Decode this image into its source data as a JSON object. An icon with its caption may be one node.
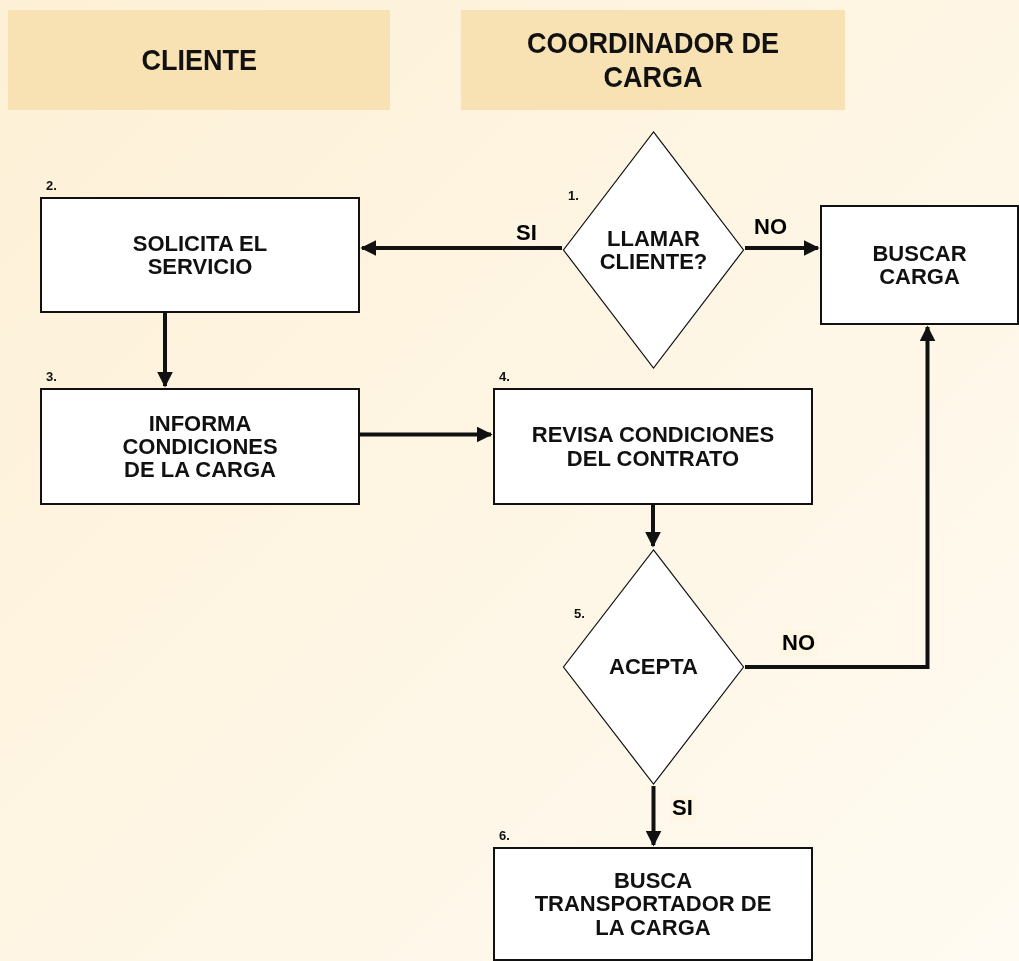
{
  "diagram": {
    "nodes": [
      {
        "text": [
          "CLIENTE"
        ]
      },
      {
        "text": [
          "COORDINADOR DE CARGA"
        ]
      },
      {
        "text": [
          "LLAMAR CLIENTE?"
        ],
        "beside": [
          "1."
        ]
      },
      {
        "text": [
          "SOLICITA EL SERVICIO"
        ],
        "beside": [
          "2."
        ]
      },
      {
        "text": [
          "BUSCAR CARGA"
        ]
      },
      {
        "text": [
          "INFORMA CONDICIONES DE LA CARGA"
        ],
        "beside": [
          "3."
        ]
      },
      {
        "text": [
          "REVISA CONDICIONES DEL CONTRATO"
        ],
        "beside": [
          "4."
        ]
      },
      {
        "text": [
          "ACEPTA"
        ],
        "beside": [
          "5."
        ]
      },
      {
        "text": [
          "BUSCA TRANSPORTADOR DE LA CARGA"
        ],
        "beside": [
          "6."
        ]
      }
    ],
    "edges": [
      {
        "from": 2,
        "to": 3,
        "arrow": "to",
        "label": "SI"
      },
      {
        "from": 2,
        "to": 4,
        "arrow": "to",
        "label": "NO"
      },
      {
        "from": 3,
        "to": 5,
        "arrow": "to"
      },
      {
        "from": 5,
        "to": 6,
        "arrow": "to"
      },
      {
        "from": 6,
        "to": 7,
        "arrow": "to"
      },
      {
        "from": 7,
        "to": 4,
        "arrow": "to",
        "label": "NO"
      },
      {
        "from": 7,
        "to": 8,
        "arrow": "to",
        "label": "SI"
      }
    ]
  }
}
